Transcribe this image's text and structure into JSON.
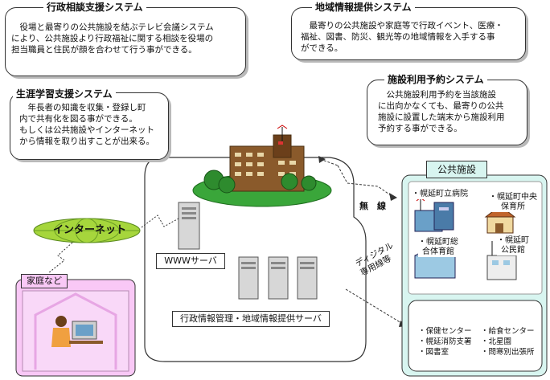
{
  "top_left": {
    "title": "行政相談支援システム",
    "body": "　役場と最寄りの公共施設を結ぶテレビ会議システム\nにより、公共施設より行政福祉に関する相談を役場の\n担当職員と住民が顔を合わせて行う事ができる。"
  },
  "top_right": {
    "title": "地域情報提供システム",
    "body": "　最寄りの公共施設や家庭等で行政イベント、医療・\n福祉、図書、防災、観光等の地域情報を入手する事\nができる。"
  },
  "mid_left": {
    "title": "生涯学習支援システム",
    "body": "　年長者の知識を収集・登録し町\n内で共有化を図る事ができる。\nもしくは公共施設やインターネット\nから情報を取り出すことが出来る。"
  },
  "mid_right": {
    "title": "施設利用予約システム",
    "body": "　公共施設利用予約を当該施設\nに出向かなくても、最寄りの公共\n施設に設置した端末から施設利用\n予約する事ができる。"
  },
  "internet_label": "インターネット",
  "home_label": "家庭など",
  "www_server_label": "WWWサーバ",
  "admin_server_label": "行政情報管理・地域情報提供サーバ",
  "wireless_label": "無　線",
  "digital_line_label": "ディジタル\n専用線等",
  "public_facilities": {
    "title": "公共施設",
    "facilities": [
      "・幌延町立病院",
      "・幌延町中央\n保育所",
      "・幌延町総\n合体育館",
      "・幌延町\n公民館"
    ],
    "others_left": [
      "・保健センター",
      "・幌延消防支署",
      "・図書室"
    ],
    "others_right": [
      "・給食センター",
      "・北星園",
      "・問寒別出張所"
    ]
  },
  "colors": {
    "accent_green": "#2e8b2e",
    "globe_green": "#a6d63c",
    "public_bg": "#d8f5f0",
    "home_bg": "#f9c8f6",
    "building_brown": "#8a5a2b"
  }
}
